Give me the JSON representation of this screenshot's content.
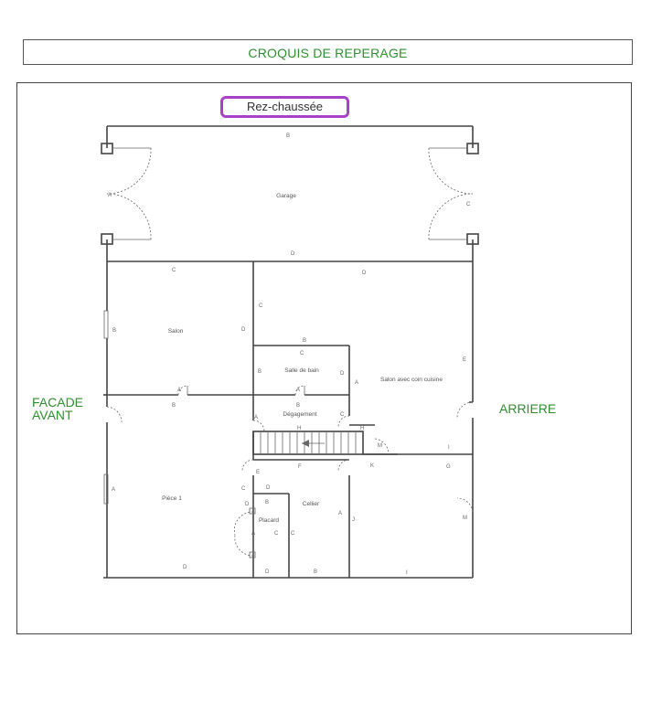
{
  "header": {
    "title": "CROQUIS DE REPERAGE"
  },
  "level": "Rez-chaussée",
  "sides": {
    "front": "FACADE\nAVANT",
    "back": "ARRIERE"
  },
  "rooms": {
    "garage": "Garage",
    "salon": "Salon",
    "salle_de_bain": "Salle de bain",
    "salon_cuisine": "Salon avec coin cuisine",
    "degagement": "Dégagement",
    "piece1": "Pièce 1",
    "cellier": "Cellier",
    "placard": "Placard"
  },
  "wall_letters": [
    "A",
    "B",
    "C",
    "D",
    "E",
    "F",
    "G",
    "H",
    "I",
    "J",
    "K",
    "M"
  ]
}
